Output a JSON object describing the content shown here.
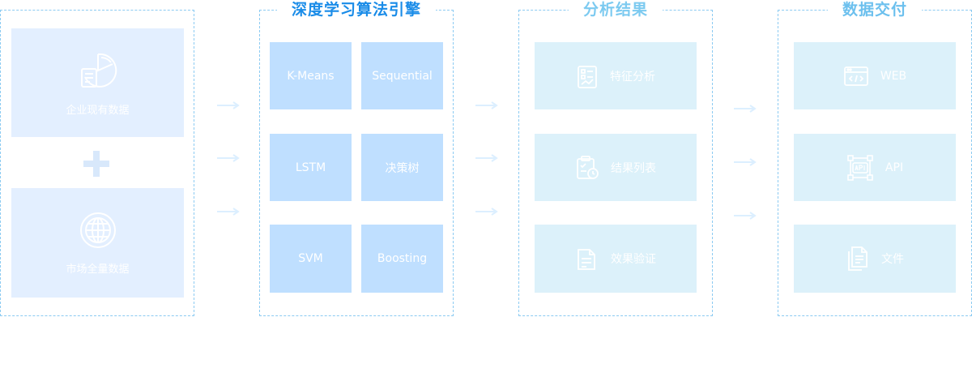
{
  "sources": {
    "enterprise": "企业现有数据",
    "market": "市场全量数据"
  },
  "engine": {
    "title": "深度学习算法引擎",
    "algorithms": [
      "K-Means",
      "Sequential",
      "LSTM",
      "决策树",
      "SVM",
      "Boosting"
    ]
  },
  "results": {
    "title": "分析结果",
    "items": [
      "特征分析",
      "结果列表",
      "效果验证"
    ]
  },
  "delivery": {
    "title": "数据交付",
    "items": [
      "WEB",
      "API",
      "文件"
    ]
  },
  "colors": {
    "engine_title": "#1a8ce8",
    "results_title": "#7ccaf0",
    "delivery_title": "#6cc0ee",
    "border": "#8ccbf2",
    "arrow": "#dcefff"
  },
  "icons": {
    "enterprise": "pie-chart-document-icon",
    "market": "globe-icon",
    "feature": "checklist-chart-icon",
    "list": "clipboard-clock-icon",
    "verify": "documents-icon",
    "web": "browser-code-icon",
    "api": "api-icon",
    "file": "file-stack-icon"
  }
}
